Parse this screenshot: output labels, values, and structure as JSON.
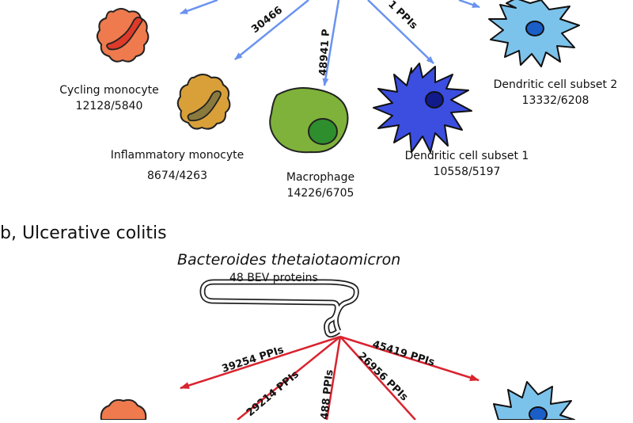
{
  "colors": {
    "blue_arrow": "#6a93ef",
    "red_arrow": "#d9232e",
    "cycling_monocyte": "#ee7a4e",
    "inflammatory_monocyte": "#d9a03a",
    "macrophage": "#7fb23a",
    "dendritic_subset_1": "#3b4ee0",
    "dendritic_subset_2": "#7cc3ec"
  },
  "panel_a": {
    "ppi_labels": [
      "30466",
      "48941 P",
      "1 PPIs"
    ],
    "cells": [
      {
        "name": "Cycling monocyte",
        "counts": "12128/5840",
        "icon": "cycling-monocyte-icon"
      },
      {
        "name": "Inflammatory monocyte",
        "counts": "8674/4263",
        "icon": "inflammatory-monocyte-icon"
      },
      {
        "name": "Macrophage",
        "counts": "14226/6705",
        "icon": "macrophage-icon"
      },
      {
        "name": "Dendritic cell subset 1",
        "counts": "10558/5197",
        "icon": "dendritic-cell-icon"
      },
      {
        "name": "Dendritic cell subset 2",
        "counts": "13332/6208",
        "icon": "dendritic-cell-icon"
      }
    ]
  },
  "panel_b": {
    "title": "b, Ulcerative colitis",
    "bacterium": "Bacteroides thetaiotaomicron",
    "bev_proteins": "48 BEV proteins",
    "ppi_labels": [
      "39254 PPIs",
      "29214 PPIs",
      "488 PPIs",
      "26956 PPIs",
      "45419 PPIs"
    ]
  }
}
